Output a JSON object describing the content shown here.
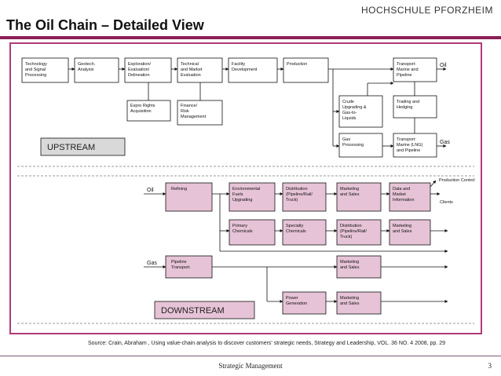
{
  "header": {
    "logo": "HOCHSCHULE PFORZHEIM"
  },
  "title": "The Oil Chain – Detailed View",
  "diagram": {
    "upstream_label": "UPSTREAM",
    "downstream_label": "DOWNSTREAM",
    "flow_labels": {
      "oil_out": "Oil",
      "gas_out": "Gas",
      "oil_in": "Oil",
      "gas_in": "Gas",
      "production_control": "Production Control",
      "clients": "Clients"
    },
    "upstream_boxes": {
      "tech": [
        "Technology",
        "and Signal",
        "Processing"
      ],
      "geotech": [
        "Geotech.",
        "Analysis"
      ],
      "exploration": [
        "Exploration/",
        "Evaluation/",
        "Delineation"
      ],
      "techeval": [
        "Technical",
        "and Market",
        "Evaluation"
      ],
      "facility": [
        "Facility",
        "Development"
      ],
      "production": [
        "Production"
      ],
      "transport_oil": [
        "Transport:",
        "Marine and",
        "Pipeline"
      ],
      "expro": [
        "Expro Rights",
        "Acquisition"
      ],
      "finance": [
        "Finance/",
        "Risk",
        "Management"
      ],
      "crude": [
        "Crude",
        "Upgrading &",
        "Gas-to-",
        "Liquids"
      ],
      "trading": [
        "Trading and",
        "Hedging"
      ],
      "gasproc": [
        "Gas",
        "Processing"
      ],
      "transport_gas": [
        "Transport:",
        "Marine (LNG)",
        "and Pipeline"
      ]
    },
    "downstream_boxes": {
      "refining": [
        "Refining"
      ],
      "env": [
        "Environmental",
        "Fuels",
        "Upgrading"
      ],
      "dist1": [
        "Distribution",
        "(Pipeline/Rail/",
        "Truck)"
      ],
      "mkt1": [
        "Marketing",
        "and Sales"
      ],
      "data": [
        "Data and",
        "Market",
        "Information"
      ],
      "primary": [
        "Primary",
        "Chemicals"
      ],
      "specialty": [
        "Specialty",
        "Chemicals"
      ],
      "dist2": [
        "Distribution",
        "(Pipeline/Rail/",
        "Truck)"
      ],
      "mkt2": [
        "Marketing",
        "and Sales"
      ],
      "pipeline": [
        "Pipeline",
        "Transport."
      ],
      "mkt3": [
        "Marketing",
        "and Sales"
      ],
      "power": [
        "Power",
        "Generation"
      ],
      "mkt4": [
        "Marketing",
        "and Sales"
      ]
    }
  },
  "source": "Source: Crain, Abraham , Using value-chain analysis to discover customers' strategic needs, Strategy and Leadership, VOL. 36 NO. 4 2008, pp. 29",
  "footer": {
    "course": "Strategic Management",
    "page": "3"
  }
}
